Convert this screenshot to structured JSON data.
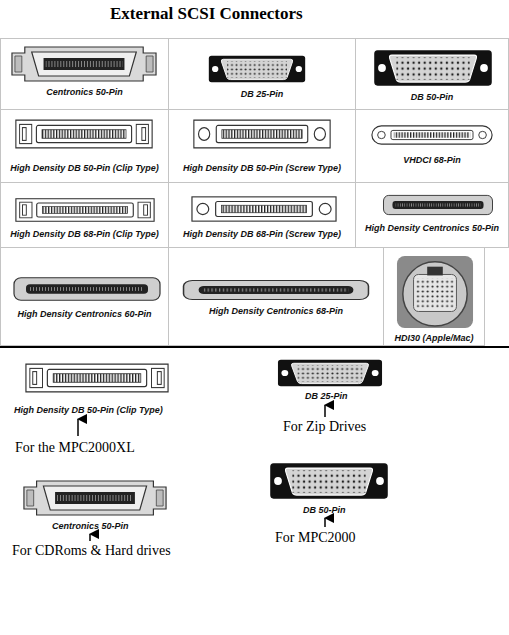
{
  "diagram": {
    "title": "External SCSI Connectors",
    "nodes": [
      {
        "text": [
          "Centronics 50-Pin"
        ]
      },
      {
        "text": [
          "DB 25-Pin"
        ]
      },
      {
        "text": [
          "DB 50-Pin"
        ]
      },
      {
        "text": [
          "High Density DB 50-Pin (Clip Type)"
        ]
      },
      {
        "text": [
          "High Density DB 50-Pin (Screw Type)"
        ]
      },
      {
        "text": [
          "VHDCI 68-Pin"
        ]
      },
      {
        "text": [
          "High Density DB 68-Pin (Clip Type)"
        ]
      },
      {
        "text": [
          "High Density DB 68-Pin (Screw Type)"
        ]
      },
      {
        "text": [
          "High Density Centronics 50-Pin"
        ]
      },
      {
        "text": [
          "High Density Centronics 60-Pin"
        ]
      },
      {
        "text": [
          "High Density Centronics 68-Pin"
        ]
      },
      {
        "text": [
          "HDI30 (Apple/Mac)"
        ]
      }
    ],
    "labels": [
      "High Density DB 50-Pin (Clip Type)",
      "For the MPC2000XL",
      "DB 25-Pin",
      "For Zip Drives",
      "Centronics 50-Pin",
      "For CDRoms & Hard drives",
      "DB 50-Pin",
      "For MPC2000"
    ]
  }
}
